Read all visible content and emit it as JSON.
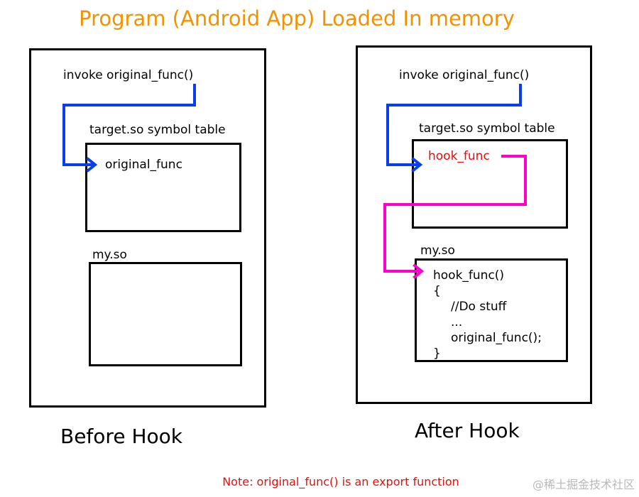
{
  "title": "Program (Android App) Loaded In memory",
  "before": {
    "invoke": "invoke original_func()",
    "symbol_table_label": "target.so symbol table",
    "entry": "original_func",
    "lib_label": "my.so",
    "caption": "Before Hook"
  },
  "after": {
    "invoke": "invoke original_func()",
    "symbol_table_label": "target.so symbol table",
    "entry": "hook_func",
    "lib_label": "my.so",
    "code": {
      "l1": "hook_func()",
      "l2": "{",
      "l3": "//Do stuff",
      "l4": "...",
      "l5": "original_func();",
      "l6": "}"
    },
    "caption": "After Hook"
  },
  "note": "Note: original_func() is an export function",
  "watermark": "@稀土掘金技术社区",
  "colors": {
    "title": "#f39200",
    "call_arrow": "#0a3ee8",
    "hook_arrow": "#ff00cc",
    "hook_text": "#e0100e",
    "note": "#e0100e"
  }
}
